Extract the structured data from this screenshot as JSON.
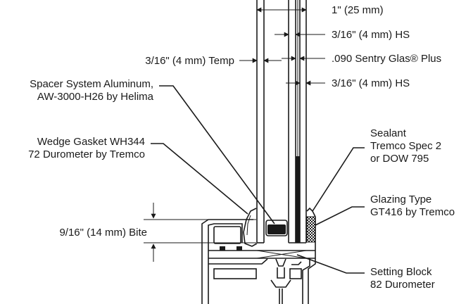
{
  "labels": {
    "overall_thickness": "1\" (25 mm)",
    "outer_lite": "3/16\" (4 mm) HS",
    "interlayer": ".090 Sentry Glas® Plus",
    "inner_lite": "3/16\" (4 mm) HS",
    "temp_lite": "3/16\" (4 mm) Temp",
    "spacer_line1": "Spacer System Aluminum,",
    "spacer_line2": "AW-3000-H26 by Helima",
    "gasket_line1": "Wedge Gasket WH344",
    "gasket_line2": "72 Durometer by Tremco",
    "bite": "9/16\" (14 mm) Bite",
    "sealant_line1": "Sealant",
    "sealant_line2": "Tremco Spec 2",
    "sealant_line3": "or DOW 795",
    "glazing_line1": "Glazing Type",
    "glazing_line2": "GT416 by Tremco",
    "block_line1": "Setting Block",
    "block_line2": "82 Durometer"
  },
  "colors": {
    "ink": "#1a1a1a",
    "background": "#ffffff"
  }
}
